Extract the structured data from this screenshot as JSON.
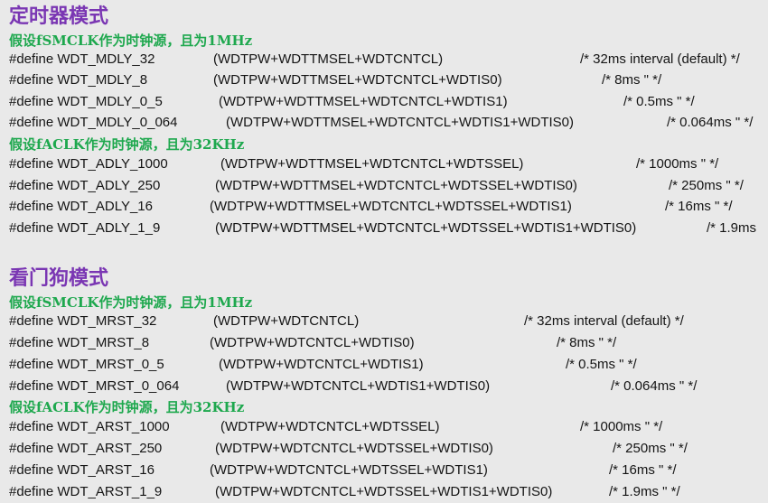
{
  "sections": [
    {
      "title": "定时器模式",
      "groups": [
        {
          "header": "假设fSMCLK作为时钟源，且为1MHz",
          "rows": [
            {
              "name": "#define WDT_MDLY_32",
              "expr": "(WDTPW+WDTTMSEL+WDTCNTCL)",
              "comment": "/* 32ms interval (default) */"
            },
            {
              "name": "#define WDT_MDLY_8",
              "expr": "(WDTPW+WDTTMSEL+WDTCNTCL+WDTIS0)",
              "comment": "/* 8ms     \" */"
            },
            {
              "name": "#define WDT_MDLY_0_5",
              "expr": "(WDTPW+WDTTMSEL+WDTCNTCL+WDTIS1)",
              "comment": "/* 0.5ms   \" */"
            },
            {
              "name": "#define WDT_MDLY_0_064",
              "expr": "(WDTPW+WDTTMSEL+WDTCNTCL+WDTIS1+WDTIS0)",
              "comment": "/* 0.064ms \" */"
            }
          ]
        },
        {
          "header": "假设fACLK作为时钟源，且为32KHz",
          "rows": [
            {
              "name": "#define WDT_ADLY_1000",
              "expr": "(WDTPW+WDTTMSEL+WDTCNTCL+WDTSSEL)",
              "comment": "/* 1000ms  \" */"
            },
            {
              "name": "#define WDT_ADLY_250",
              "expr": "(WDTPW+WDTTMSEL+WDTCNTCL+WDTSSEL+WDTIS0)",
              "comment": "/* 250ms   \" */"
            },
            {
              "name": "#define WDT_ADLY_16",
              "expr": "(WDTPW+WDTTMSEL+WDTCNTCL+WDTSSEL+WDTIS1)",
              "comment": "/* 16ms    \" */"
            },
            {
              "name": "#define WDT_ADLY_1_9",
              "expr": "(WDTPW+WDTTMSEL+WDTCNTCL+WDTSSEL+WDTIS1+WDTIS0)",
              "comment": "/* 1.9ms"
            }
          ]
        }
      ]
    },
    {
      "title": "看门狗模式",
      "groups": [
        {
          "header": "假设fSMCLK作为时钟源，且为1MHz",
          "rows": [
            {
              "name": "#define WDT_MRST_32",
              "expr": "(WDTPW+WDTCNTCL)",
              "comment": "/* 32ms interval (default) */"
            },
            {
              "name": "#define WDT_MRST_8",
              "expr": "(WDTPW+WDTCNTCL+WDTIS0)",
              "comment": "/* 8ms     \" */"
            },
            {
              "name": "#define WDT_MRST_0_5",
              "expr": "(WDTPW+WDTCNTCL+WDTIS1)",
              "comment": "/* 0.5ms   \" */"
            },
            {
              "name": "#define WDT_MRST_0_064",
              "expr": "(WDTPW+WDTCNTCL+WDTIS1+WDTIS0)",
              "comment": "/* 0.064ms \" */"
            }
          ]
        },
        {
          "header": "假设fACLK作为时钟源，且为32KHz",
          "rows": [
            {
              "name": "#define WDT_ARST_1000",
              "expr": "(WDTPW+WDTCNTCL+WDTSSEL)",
              "comment": "/* 1000ms  \" */"
            },
            {
              "name": "#define WDT_ARST_250",
              "expr": "(WDTPW+WDTCNTCL+WDTSSEL+WDTIS0)",
              "comment": "/* 250ms   \" */"
            },
            {
              "name": "#define WDT_ARST_16",
              "expr": "(WDTPW+WDTCNTCL+WDTSSEL+WDTIS1)",
              "comment": "/* 16ms    \" */"
            },
            {
              "name": "#define WDT_ARST_1_9",
              "expr": "(WDTPW+WDTCNTCL+WDTSSEL+WDTIS1+WDTIS0)",
              "comment": "/* 1.9ms   \" */"
            }
          ]
        }
      ]
    }
  ]
}
